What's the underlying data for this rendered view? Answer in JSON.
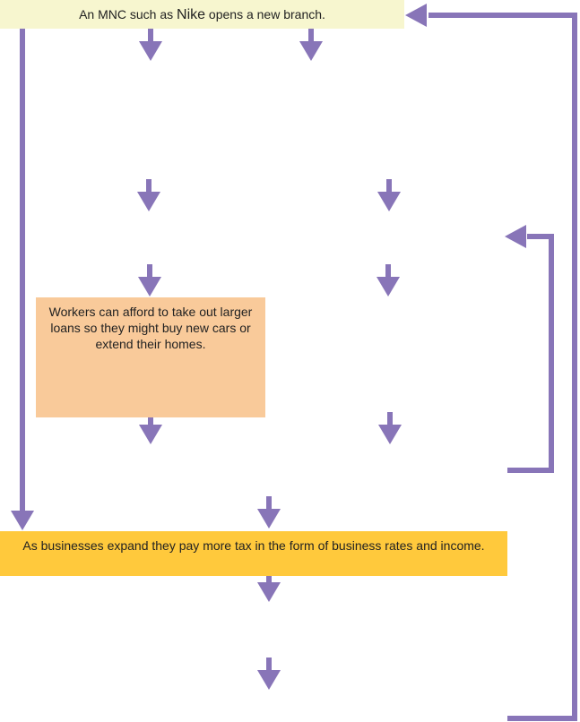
{
  "diagram": {
    "title_box": {
      "prefix": "An MNC such as",
      "highlight": "Nike",
      "suffix": "opens a new branch."
    },
    "workers_box": {
      "text": "Workers can afford to take out larger loans so they might buy new cars or extend their homes."
    },
    "business_box": {
      "text": "As businesses expand they pay more tax in the form of business rates and income."
    },
    "colors": {
      "arrow": "#8875b8",
      "title_box_bg": "#f7f6cf",
      "workers_box_bg": "#f9ca9a",
      "business_box_bg": "#ffc93c"
    },
    "icons": {
      "down_arrow": "down-arrow-icon",
      "left_arrow": "left-arrow-icon"
    }
  }
}
